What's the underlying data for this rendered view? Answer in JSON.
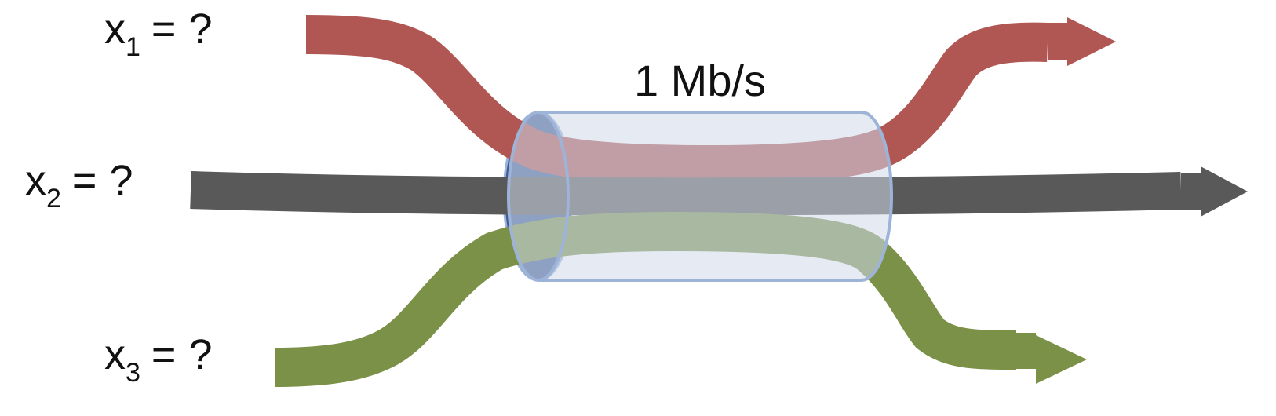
{
  "capacity_label": "1 Mb/s",
  "flows": [
    {
      "id": "x1",
      "variable": "x",
      "subscript": "1",
      "equals": "=",
      "value": "?",
      "color": "#b05753"
    },
    {
      "id": "x2",
      "variable": "x",
      "subscript": "2",
      "equals": "=",
      "value": "?",
      "color": "#595959"
    },
    {
      "id": "x3",
      "variable": "x",
      "subscript": "3",
      "equals": "=",
      "value": "?",
      "color": "#7b9147"
    }
  ],
  "colors": {
    "link_body": "#cfd9e9",
    "link_outline": "#9db4d8",
    "link_end_cap": "#3f5e96"
  }
}
